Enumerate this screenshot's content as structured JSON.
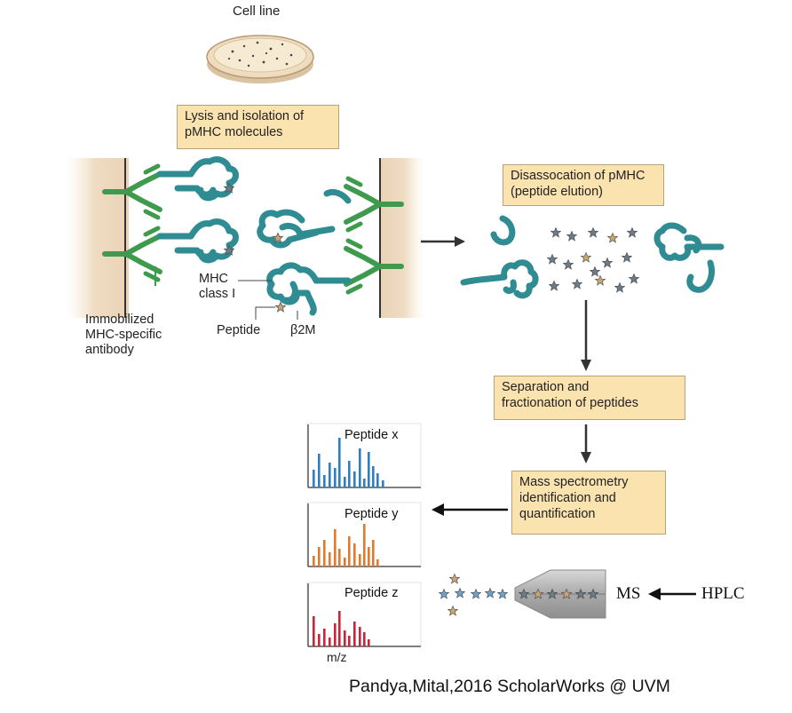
{
  "cell_line": "Cell line",
  "steps": {
    "lysis": [
      "Lysis and isolation of",
      "pMHC molecules"
    ],
    "dissociation": [
      "Disassocation of pMHC",
      "(peptide elution)"
    ],
    "separation": [
      "Separation and",
      "fractionation of peptides"
    ],
    "mass_spec": [
      "Mass spectrometry",
      "identification and",
      "quantification"
    ]
  },
  "labels": {
    "mhc": [
      "MHC",
      "class I"
    ],
    "peptide": "Peptide",
    "b2m": "β2M",
    "antibody": [
      "Immobilized",
      "MHC-specific",
      "antibody"
    ]
  },
  "spectra": {
    "x": "Peptide x",
    "y": "Peptide y",
    "z": "Peptide z",
    "axis": "m/z"
  },
  "ms": "MS",
  "hplc": "HPLC",
  "credit": "Pandya,Mital,2016 ScholarWorks @ UVM",
  "colors": {
    "box_fill": "#fbe3b0",
    "mhc_teal": "#2f8c93",
    "antibody_green": "#3e9a4c",
    "spectrum_x": "#2f7fc0",
    "spectrum_y": "#e07a2e",
    "spectrum_z": "#c8243a"
  }
}
